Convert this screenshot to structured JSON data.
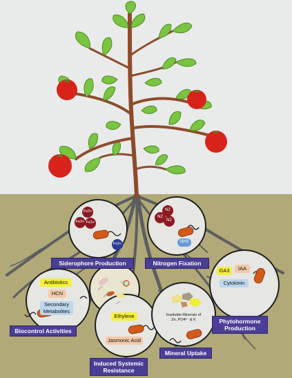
{
  "labels": {
    "siderophore": "Siderophore Production",
    "nitrogen": "Nitrogen Fixation",
    "phytohormone_l1": "Phytohormone",
    "phytohormone_l2": "Production",
    "biocontrol": "Biocontrol Activities",
    "mineral": "Mineral Uptake",
    "isr_l1": "Induced Systemic",
    "isr_l2": "Resistance"
  },
  "siderophore_circle": {
    "fe": [
      "Fe3+",
      "Fe3+",
      "Fe3+",
      "Fe3+"
    ]
  },
  "nitrogen_circle": {
    "n2": [
      "N2",
      "N2",
      "N2"
    ],
    "nh3": "NH3"
  },
  "phytohormone_circle": {
    "ga3": "GA3",
    "iaa": "IAA",
    "cytokinin": "Cytokinin"
  },
  "biocontrol_circle": {
    "antibiotics": "Antibiotics",
    "hcn": "HCN",
    "secondary_l1": "Secondary",
    "secondary_l2": "Metabolites"
  },
  "mineral_circle": {
    "line1": "Insoluble Minerals of",
    "line2": "Zn, PO4³⁻ & K"
  },
  "isr_circle": {
    "ethylene": "Ethylene",
    "jasmonic": "Jasmonic Acid"
  },
  "colors": {
    "sky": "#e9ebea",
    "soil": "#b1a977",
    "leaf": "#79c441",
    "stem": "#8e4c2a",
    "tomato": "#d8231b",
    "root": "#5b5e60",
    "bacterium": "#d35a1a",
    "label_bg": "#4b3e96"
  }
}
